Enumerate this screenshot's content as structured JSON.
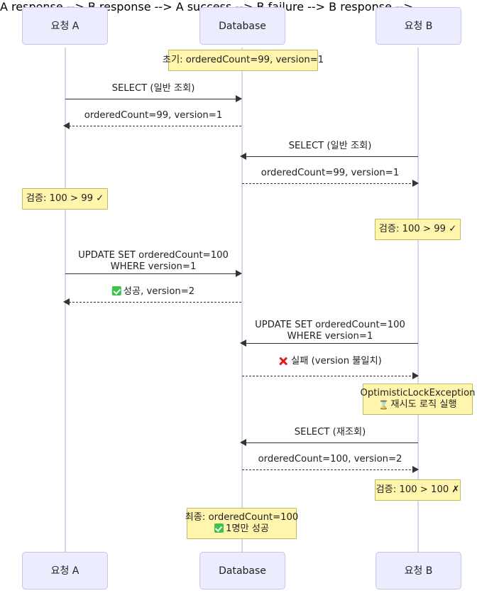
{
  "diagram": {
    "type": "sequence-diagram",
    "title": "",
    "colors": {
      "actor_fill": "#ececff",
      "actor_border": "#c8c4e8",
      "note_fill": "#fff5ad",
      "note_border": "#c0b95c",
      "lifeline": "#d8d5ec",
      "message_line": "#333333",
      "success": "#3dc24a",
      "failure": "#e21b1b"
    }
  },
  "participants": [
    {
      "id": "a",
      "label": "요청 A"
    },
    {
      "id": "db",
      "label": "Database"
    },
    {
      "id": "b",
      "label": "요청 B"
    }
  ],
  "participants_bottom": [
    {
      "id": "a",
      "label": "요청 A"
    },
    {
      "id": "db",
      "label": "Database"
    },
    {
      "id": "b",
      "label": "요청 B"
    }
  ],
  "notes": [
    {
      "id": "note-initial",
      "over": "db",
      "lines": [
        "초기: orderedCount=99, version=1"
      ]
    },
    {
      "id": "note-verify-a",
      "over": "a",
      "lines": [
        "검증: 100 > 99 ✓"
      ]
    },
    {
      "id": "note-verify-b",
      "over": "b",
      "lines": [
        "검증: 100 > 99 ✓"
      ]
    },
    {
      "id": "note-exception",
      "over": "b",
      "lines": [
        "OptimisticLockException",
        "재시도 로직 실행"
      ],
      "icon": "hourglass-icon"
    },
    {
      "id": "note-verify-b2",
      "over": "b",
      "lines": [
        "검증: 100 > 100 ✗"
      ]
    },
    {
      "id": "note-final",
      "over": "db",
      "lines": [
        "최종: orderedCount=100",
        "1명만 성공"
      ],
      "icon": "check-badge-icon"
    }
  ],
  "messages": [
    {
      "id": "msg-1",
      "from": "a",
      "to": "db",
      "direction": "right",
      "style": "solid",
      "lines": [
        "SELECT (일반 조회)"
      ]
    },
    {
      "id": "msg-2",
      "from": "db",
      "to": "a",
      "direction": "left",
      "style": "dotted",
      "lines": [
        "orderedCount=99, version=1"
      ]
    },
    {
      "id": "msg-3",
      "from": "b",
      "to": "db",
      "direction": "left",
      "style": "solid",
      "lines": [
        "SELECT (일반 조회)"
      ]
    },
    {
      "id": "msg-4",
      "from": "db",
      "to": "b",
      "direction": "right",
      "style": "dotted",
      "lines": [
        "orderedCount=99, version=1"
      ]
    },
    {
      "id": "msg-5",
      "from": "a",
      "to": "db",
      "direction": "right",
      "style": "solid",
      "lines": [
        "UPDATE SET orderedCount=100",
        "WHERE version=1"
      ]
    },
    {
      "id": "msg-6",
      "from": "db",
      "to": "a",
      "direction": "left",
      "style": "dotted",
      "lines": [
        "성공, version=2"
      ],
      "icon": "check-badge-icon"
    },
    {
      "id": "msg-7",
      "from": "b",
      "to": "db",
      "direction": "left",
      "style": "solid",
      "lines": [
        "UPDATE SET orderedCount=100",
        "WHERE version=1"
      ]
    },
    {
      "id": "msg-8",
      "from": "db",
      "to": "b",
      "direction": "right",
      "style": "dotted",
      "lines": [
        "실패 (version 불일치)"
      ],
      "icon": "cross-mark-icon"
    },
    {
      "id": "msg-9",
      "from": "b",
      "to": "db",
      "direction": "left",
      "style": "solid",
      "lines": [
        "SELECT (재조회)"
      ]
    },
    {
      "id": "msg-10",
      "from": "db",
      "to": "b",
      "direction": "right",
      "style": "dotted",
      "lines": [
        "orderedCount=100, version=2"
      ]
    }
  ]
}
